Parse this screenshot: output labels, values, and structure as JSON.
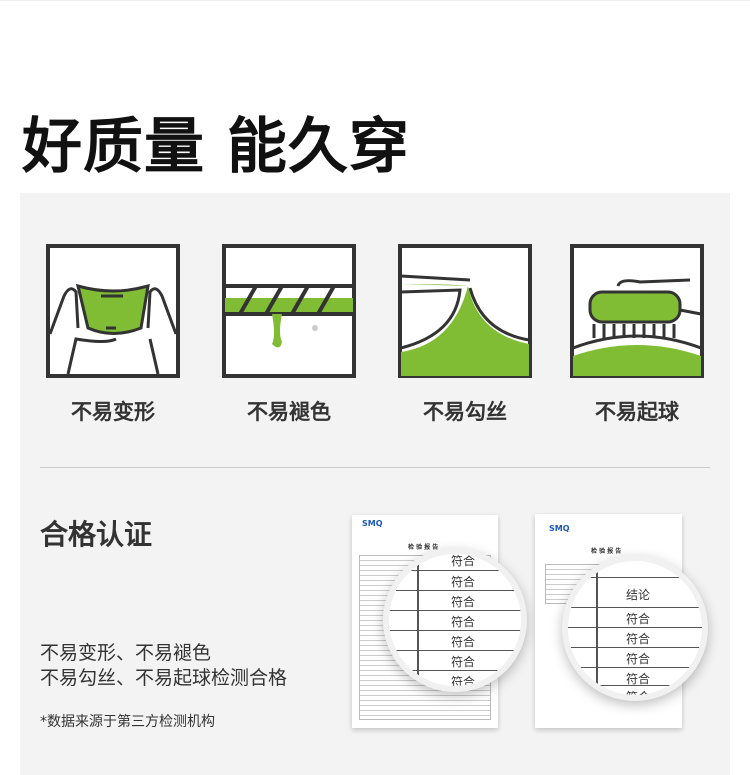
{
  "title": "好质量 能久穿",
  "features": [
    {
      "label": "不易变形",
      "icon": "briefs-stretch-icon"
    },
    {
      "label": "不易褪色",
      "icon": "fabric-dye-icon"
    },
    {
      "label": "不易勾丝",
      "icon": "fabric-snag-icon"
    },
    {
      "label": "不易起球",
      "icon": "brush-pilling-icon"
    }
  ],
  "certification": {
    "heading": "合格认证",
    "lines": [
      "不易变形、不易褪色",
      "不易勾丝、不易起球检测合格"
    ],
    "note": "*数据来源于第三方检测机构"
  },
  "reports": [
    {
      "logo": "SMQ",
      "doc_title": "检 验 报 告",
      "magnified": [
        "符合",
        "符合",
        "符合",
        "符合",
        "符合",
        "符合",
        "符合"
      ]
    },
    {
      "logo": "SMQ",
      "doc_title": "检 验 报 告",
      "magnified": [
        "结论",
        "符合",
        "符合",
        "符合",
        "符合",
        "符合"
      ]
    }
  ],
  "colors": {
    "accent": "#80bd34",
    "outline": "#333333",
    "panel": "#f3f3f3"
  }
}
